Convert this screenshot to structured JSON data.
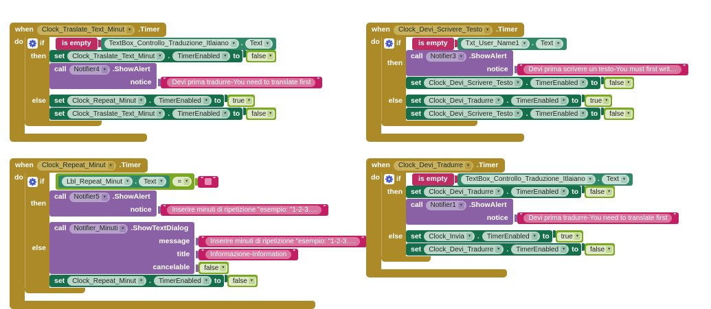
{
  "labels": {
    "when": "when",
    "do": "do",
    "if": "if",
    "then": "then",
    "else": "else",
    "set": "set",
    "to": "to",
    "call": "call",
    "dot": ".",
    "is_empty": "is empty",
    "eq": "=",
    "timer": ".Timer",
    "notice": "notice",
    "message": "message",
    "title": "title",
    "cancelable": "cancelable",
    "dropdown": "▾",
    "quote": "\""
  },
  "colors": {
    "event_control_gold": "#AB8A27",
    "logic_green": "#7AA921",
    "text_magenta": "#C31E63",
    "getter_teal": "#2F8968",
    "setter_dark_green": "#156F4B",
    "procedure_purple": "#8A61A5",
    "string_inner_pink": "#D9759F",
    "gear_blue": "#4456C7",
    "canvas": "#FFFFFF"
  },
  "stacks": {
    "s1": {
      "event": "Clock_Traslate_Text_Minut",
      "cond": {
        "op": "is empty",
        "component": "TextBox_Controllo_Traduzione_Itlaiano",
        "prop": "Text"
      },
      "then": [
        {
          "kind": "set",
          "component": "Clock_Traslate_Text_Minut",
          "prop": "TimerEnabled",
          "value": "false"
        },
        {
          "kind": "call",
          "component": "Notifier4",
          "method": ".ShowAlert",
          "params": [
            {
              "name": "notice",
              "text": "Devi prima tradurre-You need to translate first"
            }
          ]
        }
      ],
      "else": [
        {
          "kind": "set",
          "component": "Clock_Repeat_Minut",
          "prop": "TimerEnabled",
          "value": "true"
        },
        {
          "kind": "set",
          "component": "Clock_Traslate_Text_Minut",
          "prop": "TimerEnabled",
          "value": "false"
        }
      ]
    },
    "s2": {
      "event": "Clock_Devi_Scrivere_Testo",
      "cond": {
        "op": "is empty",
        "component": "Txt_User_Name1",
        "prop": "Text"
      },
      "then": [
        {
          "kind": "call",
          "component": "Notifier3",
          "method": ".ShowAlert",
          "params": [
            {
              "name": "notice",
              "text": "Devi prima scrivere un testo-You must first writ…"
            }
          ]
        },
        {
          "kind": "set",
          "component": "Clock_Devi_Scrivere_Testo",
          "prop": "TimerEnabled",
          "value": "false"
        }
      ],
      "else": [
        {
          "kind": "set",
          "component": "Clock_Devi_Tradurre",
          "prop": "TimerEnabled",
          "value": "true"
        },
        {
          "kind": "set",
          "component": "Clock_Devi_Scrivere_Testo",
          "prop": "TimerEnabled",
          "value": "false"
        }
      ]
    },
    "s3": {
      "event": "Clock_Repeat_Minut",
      "cond": {
        "op": "=",
        "component": "Lbl_Repeat_Minut",
        "prop": "Text",
        "right": ""
      },
      "then": [
        {
          "kind": "call",
          "component": "Notifier5",
          "method": ".ShowAlert",
          "params": [
            {
              "name": "notice",
              "text": "Inserire minuti di ripetizione \"esempio: \"1-2-3…."
            }
          ]
        }
      ],
      "else": [
        {
          "kind": "call",
          "component": "Notifier_Minuti",
          "method": ".ShowTextDialog",
          "params": [
            {
              "name": "message",
              "text": "Inserire minuti di ripetizione \"esempio: \"1-2-3…."
            },
            {
              "name": "title",
              "text": "Informazione-Information"
            },
            {
              "name": "cancelable",
              "value": "false"
            }
          ]
        },
        {
          "kind": "set",
          "component": "Clock_Repeat_Minut",
          "prop": "TimerEnabled",
          "value": "false"
        }
      ]
    },
    "s4": {
      "event": "Clock_Devi_Tradurre",
      "cond": {
        "op": "is empty",
        "component": "TextBox_Controllo_Traduzione_Itlaiano",
        "prop": "Text"
      },
      "then": [
        {
          "kind": "set",
          "component": "Clock_Devi_Tradurre",
          "prop": "TimerEnabled",
          "value": "false"
        },
        {
          "kind": "call",
          "component": "Notifier1",
          "method": ".ShowAlert",
          "params": [
            {
              "name": "notice",
              "text": "Devi prima tradurre-You need to translate first"
            }
          ]
        }
      ],
      "else": [
        {
          "kind": "set",
          "component": "Clock_Invia",
          "prop": "TimerEnabled",
          "value": "true"
        },
        {
          "kind": "set",
          "component": "Clock_Devi_Tradurre",
          "prop": "TimerEnabled",
          "value": "false"
        }
      ]
    }
  }
}
